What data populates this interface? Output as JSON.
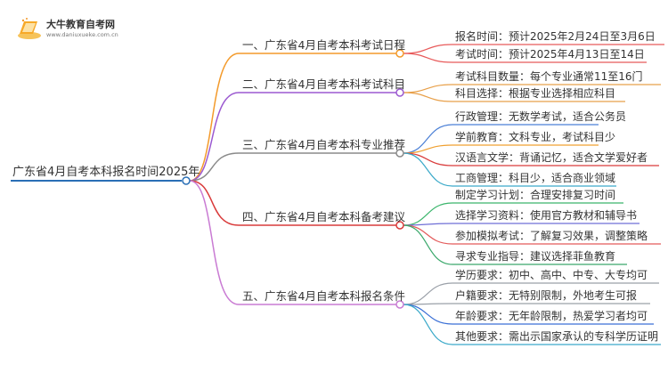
{
  "logo": {
    "name": "大牛教育自考网",
    "url": "www.daniuxueke.com.cn"
  },
  "mindmap": {
    "root": "广东省4月自考本科报名时间2025年",
    "branches": [
      {
        "label": "一、广东省4月自考本科考试日程",
        "color": "#f39a2b",
        "children": [
          "报名时间：预计2025年2月24日至3月6日",
          "考试时间：预计2025年4月13日至14日"
        ]
      },
      {
        "label": "二、广东省4月自考本科考试科目",
        "color": "#9b59d0",
        "children": [
          "考试科目数量：每个专业通常11至16门",
          "科目选择：根据专业选择相应科目"
        ]
      },
      {
        "label": "三、广东省4月自考本科专业推荐",
        "color": "#8a8a8a",
        "children": [
          "行政管理：无数学考试，适合公务员",
          "学前教育：文科专业，考试科目少",
          "汉语言文学：背诵记忆，适合文学爱好者",
          "工商管理：科目少，适合商业领域"
        ]
      },
      {
        "label": "四、广东省4月自考本科备考建议",
        "color": "#d93b3b",
        "children": [
          "制定学习计划：合理安排复习时间",
          "选择学习资料：使用官方教材和辅导书",
          "参加模拟考试：了解复习效果，调整策略",
          "寻求专业指导：建议选择菲鱼教育"
        ]
      },
      {
        "label": "五、广东省4月自考本科报名条件",
        "color": "#c97bd3",
        "children": [
          "学历要求：初中、高中、中专、大专均可",
          "户籍要求：无特别限制，外地考生可报",
          "年龄要求：无年龄限制，热爱学习者均可",
          "其他要求：需出示国家承认的专科学历证明"
        ]
      }
    ],
    "root_color": "#2a6fb6",
    "leaf_colors": [
      [
        "#e85a5a",
        "#e85a5a"
      ],
      [
        "#e8a04a",
        "#e8a04a"
      ],
      [
        "#4a7fd6",
        "#f0a030",
        "#d93b3b",
        "#3aa9c9"
      ],
      [
        "#3ab56b",
        "#6f6fd6",
        "#e35a5a",
        "#3aa86b"
      ],
      [
        "#9aa0a8",
        "#9aa0a8",
        "#3a6fd6",
        "#3aa9c9"
      ]
    ]
  }
}
